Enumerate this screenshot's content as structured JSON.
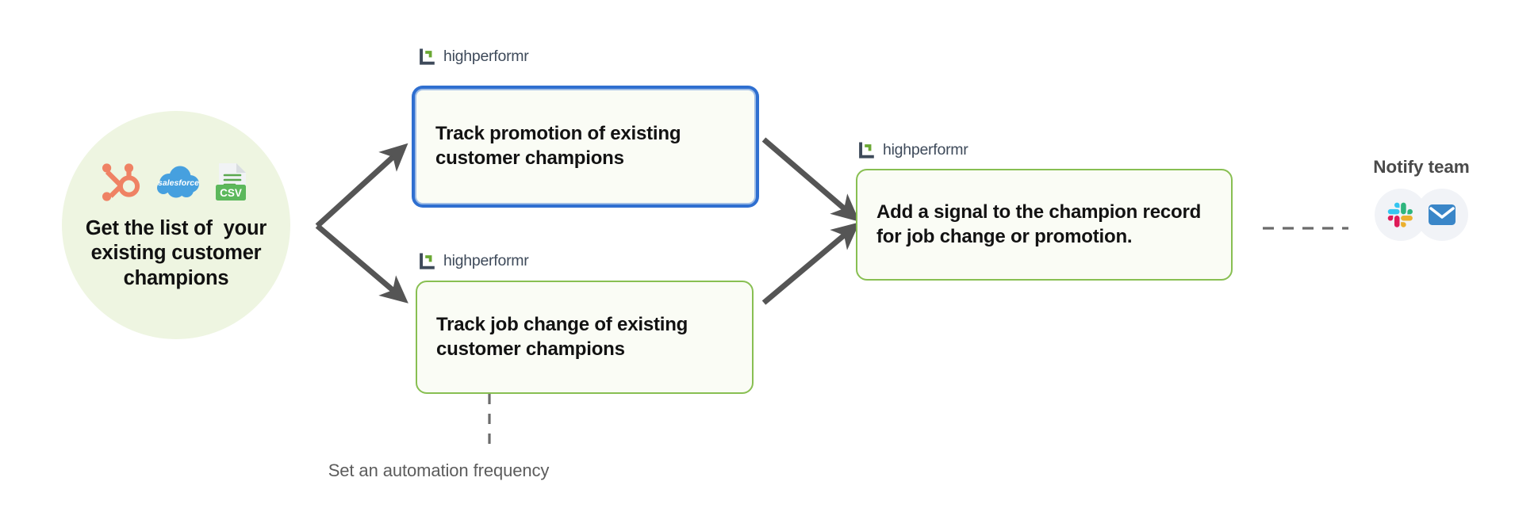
{
  "source": {
    "label": "Get the list of  your\nexisting customer\nchampions",
    "icons": [
      "hubspot-icon",
      "salesforce-icon",
      "csv-file-icon"
    ],
    "bg_color": "#eef5e1"
  },
  "brand": {
    "name": "highperformr",
    "mark_dark": "#3e4a5a",
    "mark_green": "#6aa833"
  },
  "steps": [
    {
      "id": "track-promotion",
      "logo_label": "highperformr",
      "text": "Track promotion of existing customer champions",
      "selected": true,
      "border_color": "#88bf52",
      "selection_color": "#2f6fd0",
      "bg_color": "#fafcf5"
    },
    {
      "id": "track-job-change",
      "logo_label": "highperformr",
      "text": "Track job change of existing customer champions",
      "selected": false,
      "border_color": "#88bf52",
      "bg_color": "#fafcf5"
    },
    {
      "id": "add-signal",
      "logo_label": "highperformr",
      "text": "Add a signal to the champion record for job change or promotion.",
      "selected": false,
      "border_color": "#88bf52",
      "bg_color": "#fafcf5"
    }
  ],
  "notify": {
    "label": "Notify team",
    "channels": [
      "slack-icon",
      "email-icon"
    ]
  },
  "caption": {
    "frequency": "Set an automation frequency"
  },
  "connectors": {
    "arrow_color": "#555555",
    "dashed_color": "#6b6b6b"
  }
}
